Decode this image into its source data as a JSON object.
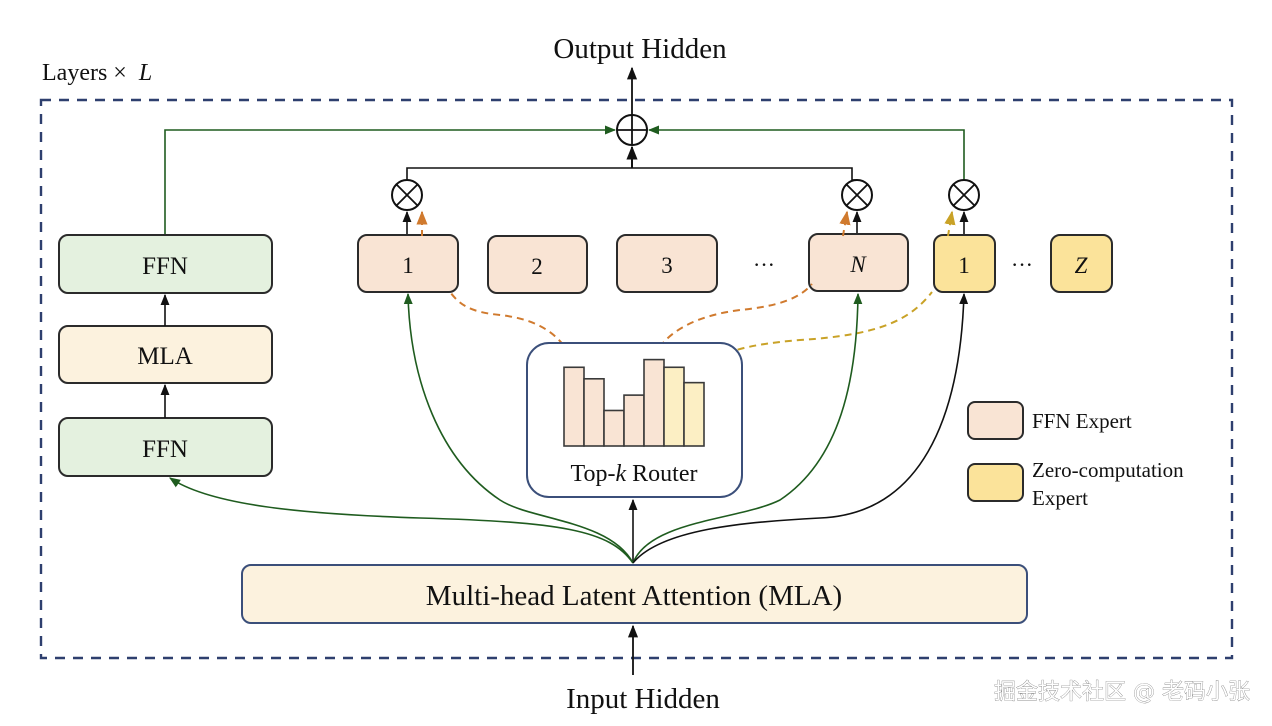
{
  "title": {
    "output": "Output Hidden",
    "input": "Input Hidden",
    "layers_prefix": "Layers ×",
    "layers_var": "L"
  },
  "left_stack": {
    "top_ffn": "FFN",
    "mla": "MLA",
    "bottom_ffn": "FFN"
  },
  "ffn_experts": [
    {
      "label": "1",
      "italic": false
    },
    {
      "label": "2",
      "italic": false
    },
    {
      "label": "3",
      "italic": false
    },
    {
      "label": "N",
      "italic": true
    }
  ],
  "zero_experts": [
    {
      "label": "1",
      "italic": false
    },
    {
      "label": "Z",
      "italic": true
    }
  ],
  "ellipsis": "···",
  "router": {
    "label_prefix": "Top-",
    "label_var": "k",
    "label_suffix": " Router",
    "bar_values": [
      0.82,
      0.7,
      0.37,
      0.53,
      0.9,
      0.82,
      0.66
    ],
    "bar_kinds": [
      "ffn",
      "ffn",
      "ffn",
      "ffn",
      "ffn",
      "zero",
      "zero"
    ]
  },
  "mla_block": "Multi-head Latent Attention (MLA)",
  "legend": [
    {
      "label": "FFN Expert",
      "kind": "ffn"
    },
    {
      "label": "Zero-computation",
      "label2": "Expert",
      "kind": "zero"
    }
  ],
  "watermark": "掘金技术社区 @ 老码小张",
  "colors": {
    "ffn_expert": "#f9e4d4",
    "zero_expert": "#fbe39a",
    "ffn_block": "#e4f1df",
    "mla_block": "#fcf2de",
    "residual_green": "#1f5c1f",
    "route_orange": "#d07a2e",
    "route_gold": "#c9a227",
    "frame_blue": "#2e3f6e",
    "router_border": "#3b4f7a"
  }
}
